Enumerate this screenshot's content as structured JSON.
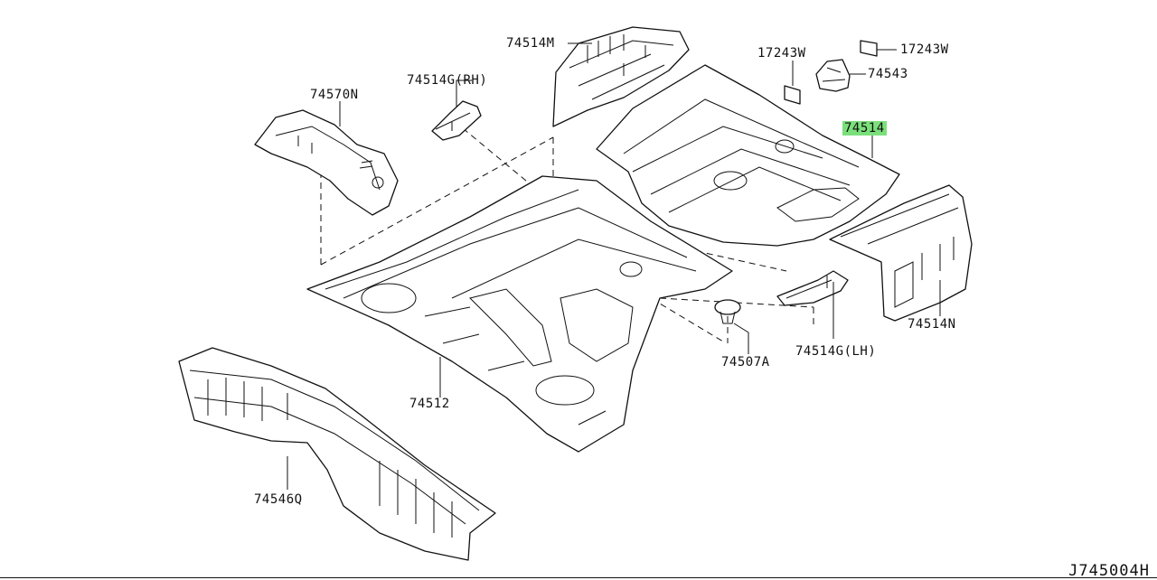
{
  "highlight_color": "#7be07b",
  "labels": {
    "p74514M": "74514M",
    "p74514G_RH": "74514G(RH)",
    "p17243W_a": "17243W",
    "p17243W_b": "17243W",
    "p74543": "74543",
    "p74570N": "74570N",
    "p74514": "74514",
    "p74514N": "74514N",
    "p74507A": "74507A",
    "p74514G_LH": "74514G(LH)",
    "p74512": "74512",
    "p74546Q": "74546Q"
  },
  "reference_code": "J745004H"
}
